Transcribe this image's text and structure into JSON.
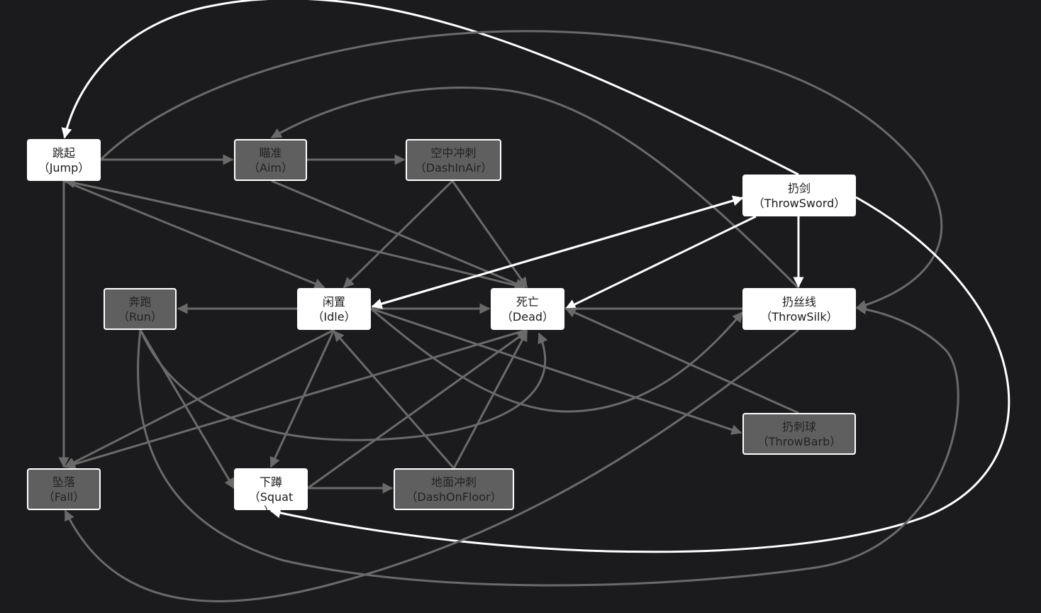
{
  "colors": {
    "background": "#1b1b1d",
    "active_node": "#ffffff",
    "inactive_node": "#5f5f5f",
    "bright_edge": "#ffffff",
    "dim_edge": "#6a6a6a"
  },
  "nodes": {
    "jump": {
      "name": "跳起",
      "id": "（Jump）",
      "active": true
    },
    "aim": {
      "name": "瞄准",
      "id": "（Aim）",
      "active": false
    },
    "dashinair": {
      "name": "空中冲刺",
      "id": "（DashInAir）",
      "active": false
    },
    "throwsword": {
      "name": "扔剑",
      "id": "（ThrowSword）",
      "active": true
    },
    "run": {
      "name": "奔跑",
      "id": "（Run）",
      "active": false
    },
    "idle": {
      "name": "闲置",
      "id": "（Idle）",
      "active": true
    },
    "dead": {
      "name": "死亡",
      "id": "（Dead）",
      "active": true
    },
    "throwsilk": {
      "name": "扔丝线",
      "id": "（ThrowSilk）",
      "active": true
    },
    "throwbarb": {
      "name": "扔刺球",
      "id": "（ThrowBarb）",
      "active": false
    },
    "fall": {
      "name": "坠落",
      "id": "（Fall）",
      "active": false
    },
    "squat": {
      "name": "下蹲",
      "id": "（Squat",
      "id2": "）",
      "active": true
    },
    "dashonfloor": {
      "name": "地面冲刺",
      "id": "（DashOnFloor）",
      "active": false
    }
  },
  "edges": [
    {
      "from": "throwsword",
      "to": "jump",
      "active": true
    },
    {
      "from": "jump",
      "to": "throwsilk",
      "active": false
    },
    {
      "from": "jump",
      "to": "aim",
      "active": false
    },
    {
      "from": "aim",
      "to": "dashinair",
      "active": false
    },
    {
      "from": "throwsilk",
      "to": "aim",
      "active": false
    },
    {
      "from": "jump",
      "to": "fall",
      "active": false
    },
    {
      "from": "jump",
      "to": "idle",
      "active": false
    },
    {
      "from": "dead",
      "to": "jump",
      "active": false
    },
    {
      "from": "aim",
      "to": "dead",
      "active": false
    },
    {
      "from": "dashinair",
      "to": "idle",
      "active": false
    },
    {
      "from": "dashinair",
      "to": "dead",
      "active": false
    },
    {
      "from": "idle",
      "to": "run",
      "active": false
    },
    {
      "from": "idle",
      "to": "dead",
      "active": false
    },
    {
      "from": "throwsilk",
      "to": "dead",
      "active": false
    },
    {
      "from": "throwsword",
      "to": "idle",
      "active": true
    },
    {
      "from": "idle",
      "to": "throwsword",
      "active": true
    },
    {
      "from": "throwsword",
      "to": "dead",
      "active": true
    },
    {
      "from": "throwsword",
      "to": "throwsilk",
      "active": true
    },
    {
      "from": "throwsword",
      "to": "squat",
      "active": true
    },
    {
      "from": "run",
      "to": "dead",
      "active": false
    },
    {
      "from": "run",
      "to": "squat",
      "active": false
    },
    {
      "from": "run",
      "to": "throwsilk",
      "active": false
    },
    {
      "from": "idle",
      "to": "fall",
      "active": false
    },
    {
      "from": "dead",
      "to": "fall",
      "active": false
    },
    {
      "from": "idle",
      "to": "squat",
      "active": false
    },
    {
      "from": "dashonfloor",
      "to": "idle",
      "active": false
    },
    {
      "from": "dashonfloor",
      "to": "dead",
      "active": false
    },
    {
      "from": "squat",
      "to": "dead",
      "active": false
    },
    {
      "from": "squat",
      "to": "dashonfloor",
      "active": false
    },
    {
      "from": "idle",
      "to": "throwbarb",
      "active": false
    },
    {
      "from": "throwbarb",
      "to": "dead",
      "active": false
    },
    {
      "from": "throwsilk",
      "to": "fall",
      "active": false
    },
    {
      "from": "idle",
      "to": "throwsilk",
      "active": false
    }
  ]
}
